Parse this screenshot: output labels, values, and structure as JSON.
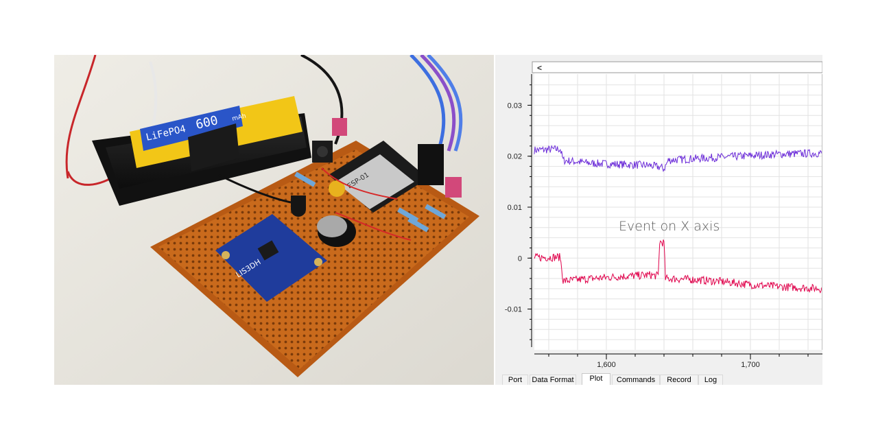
{
  "photo": {
    "battery": {
      "label_brand": "LiFePO4",
      "label_capacity": "600",
      "label_unit": "mAh"
    },
    "sensor_board_label": "LIS3DH",
    "module_label": "ESP-01"
  },
  "plot_app": {
    "collapse_glyph": "<",
    "tabs": [
      {
        "label": "Port",
        "active": false
      },
      {
        "label": "Data Format",
        "active": false
      },
      {
        "label": "Plot",
        "active": true
      },
      {
        "label": "Commands",
        "active": false
      },
      {
        "label": "Record",
        "active": false
      },
      {
        "label": "Log",
        "active": false
      }
    ],
    "annotation": "Event on X axis",
    "colors": {
      "series_purple": "#6a2ad8",
      "series_red": "#e0004a",
      "grid": "#e2e2e2"
    }
  },
  "chart_data": {
    "type": "line",
    "xlim": [
      1550,
      1750
    ],
    "ylim": [
      -0.018,
      0.038
    ],
    "x_ticks": [
      "1,600",
      "1,700"
    ],
    "x_tick_values": [
      1600,
      1700
    ],
    "y_ticks": [
      "0.03",
      "0.02",
      "0.01",
      "0",
      "-0.01"
    ],
    "y_tick_values": [
      0.03,
      0.02,
      0.01,
      0,
      -0.01
    ],
    "grid": true,
    "series": [
      {
        "color": "#6a2ad8",
        "anchors": [
          [
            1550,
            0.0212
          ],
          [
            1568,
            0.0214
          ],
          [
            1570,
            0.0192
          ],
          [
            1590,
            0.0186
          ],
          [
            1610,
            0.0184
          ],
          [
            1630,
            0.0182
          ],
          [
            1638,
            0.0178
          ],
          [
            1640,
            0.0175
          ],
          [
            1643,
            0.0192
          ],
          [
            1660,
            0.0195
          ],
          [
            1680,
            0.0198
          ],
          [
            1700,
            0.0201
          ],
          [
            1720,
            0.0204
          ],
          [
            1750,
            0.0206
          ]
        ]
      },
      {
        "color": "#e0004a",
        "anchors": [
          [
            1550,
            0.0001
          ],
          [
            1568,
            0.0002
          ],
          [
            1570,
            -0.0045
          ],
          [
            1590,
            -0.004
          ],
          [
            1610,
            -0.0036
          ],
          [
            1630,
            -0.0033
          ],
          [
            1636,
            -0.0035
          ],
          [
            1637,
            0.0032
          ],
          [
            1640,
            0.003
          ],
          [
            1641,
            -0.004
          ],
          [
            1660,
            -0.0042
          ],
          [
            1680,
            -0.0046
          ],
          [
            1700,
            -0.0052
          ],
          [
            1720,
            -0.0056
          ],
          [
            1750,
            -0.006
          ]
        ]
      }
    ]
  }
}
